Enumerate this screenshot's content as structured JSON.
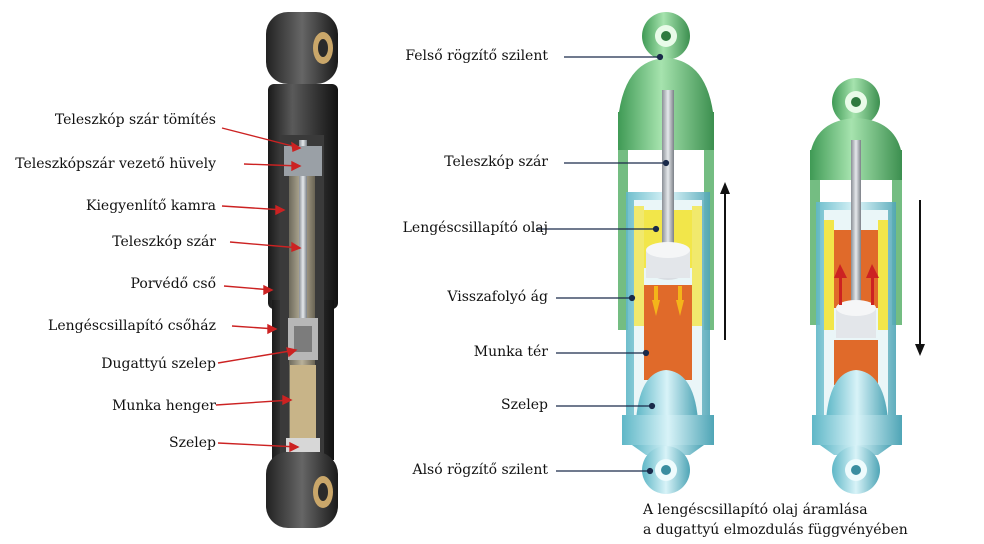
{
  "left_labels": [
    "Teleszkóp szár tömítés",
    "Teleszkópszár vezető hüvely",
    "Kiegyenlítő kamra",
    "Teleszkóp szár",
    "Porvédő cső",
    "Lengéscsillapító csőház",
    "Dugattyú szelep",
    "Munka henger",
    "Szelep"
  ],
  "right_labels": [
    "Felső rögzítő szilent",
    "Teleszkóp szár",
    "Lengéscsillapító olaj",
    "Visszafolyó ág",
    "Munka tér",
    "Szelep",
    "Alsó rögzítő szilent"
  ],
  "caption": {
    "line1": "A lengéscsillapító olaj áramlása",
    "line2": "a dugattyú elmozdulás függvényében"
  },
  "colors": {
    "leader_red": "#cc2222",
    "leader_dark": "#1a2a4a",
    "body_green": "#7ccf8a",
    "oil_yellow": "#f2e64a",
    "work_orange": "#e06a2a",
    "valve_cyan": "#bfe6f0"
  }
}
